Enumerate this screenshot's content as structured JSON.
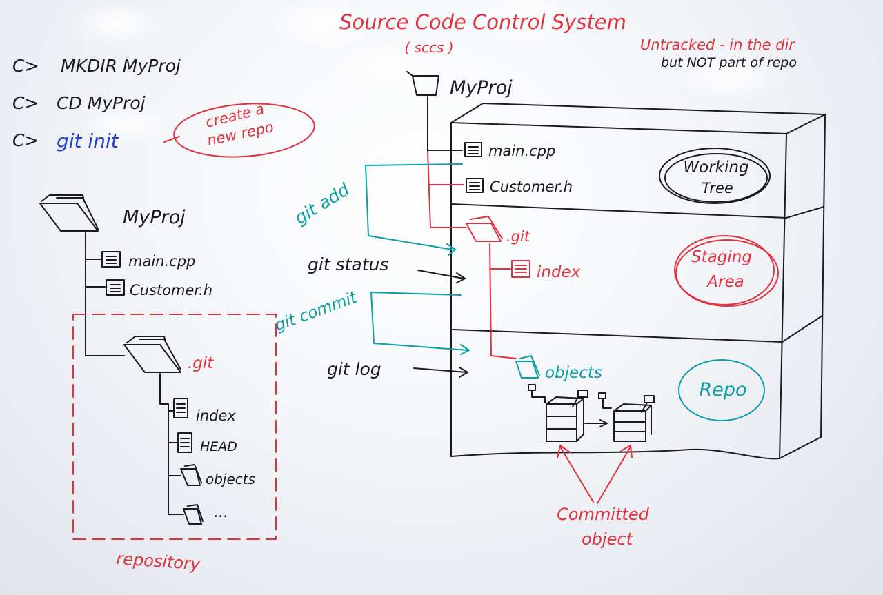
{
  "title": "Source Code Control System",
  "subtitle": "( sccs )",
  "untracked_note": {
    "line1": "Untracked - in the dir",
    "line2": "but NOT part of repo"
  },
  "commands": [
    {
      "prompt": "C>",
      "text": "MKDIR  MyProj"
    },
    {
      "prompt": "C>",
      "text": "CD  MyProj"
    },
    {
      "prompt": "C>",
      "text": "git  init"
    }
  ],
  "init_note": {
    "line1": "create a",
    "line2": "new repo"
  },
  "left_tree": {
    "root": "MyProj",
    "files": [
      "main.cpp",
      "Customer.h"
    ],
    "git_folder": ".git",
    "git_items": [
      "index",
      "HEAD",
      "objects",
      "..."
    ],
    "repo_label": "repository"
  },
  "right_tree": {
    "root": "MyProj",
    "files": [
      "main.cpp",
      "Customer.h"
    ],
    "git_folder": ".git",
    "index": "index",
    "objects": "objects",
    "areas": [
      {
        "line1": "Working",
        "line2": "Tree"
      },
      {
        "line1": "Staging",
        "line2": "Area"
      },
      {
        "line1": "Repo",
        "line2": ""
      }
    ],
    "committed_label": {
      "line1": "Committed",
      "line2": "object"
    }
  },
  "git_commands": {
    "add": "git add",
    "status": "git status",
    "commit": "git commit",
    "log": "git log"
  },
  "colors": {
    "red": "#e0323f",
    "black": "#1a1a1f",
    "blue": "#1f3fd0",
    "teal": "#0a9ea6"
  }
}
